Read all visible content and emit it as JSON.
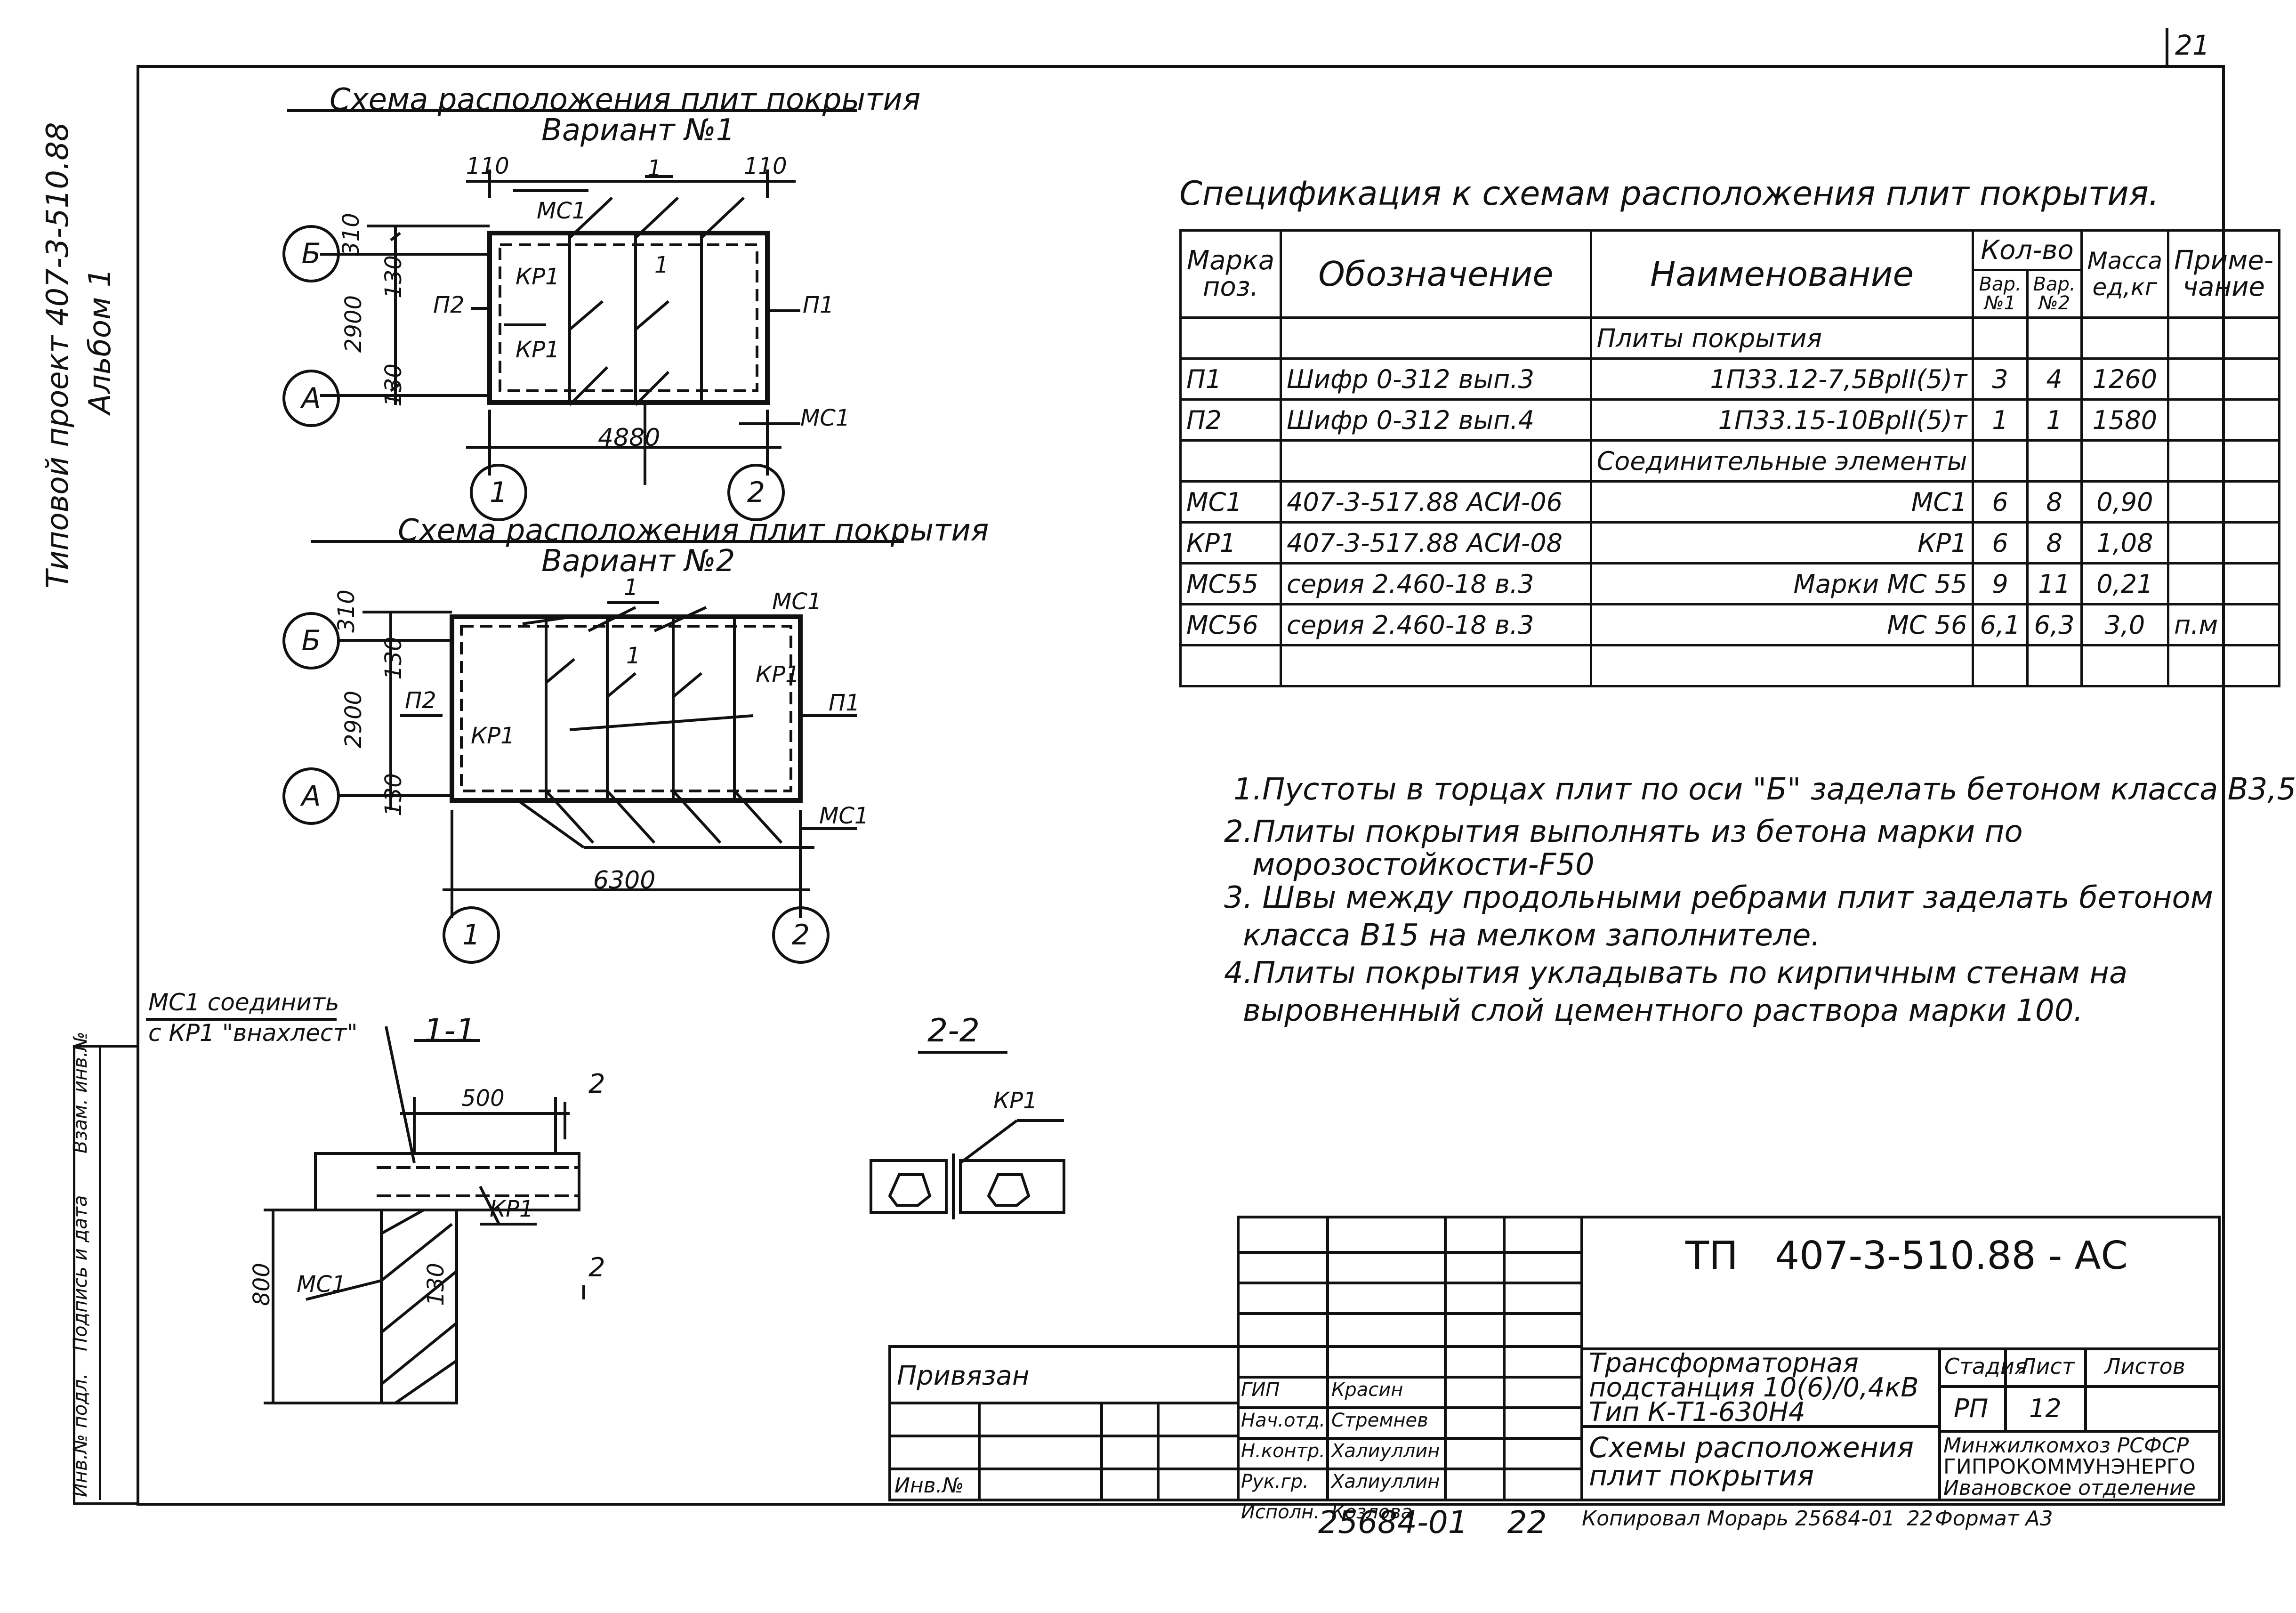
{
  "sheet_number": "21",
  "side_stamp": {
    "line1": "Типовой проект 407-3-510.88",
    "line2": "Альбом 1"
  },
  "left_strip": [
    "Инв.№ подл.",
    "Подпись и дата",
    "Взам. инв.№"
  ],
  "scheme1": {
    "title": "Схема расположения плит покрытия",
    "subtitle": "Вариант №1",
    "labels": {
      "dim_310": "310",
      "dim_130a": "130",
      "dim_2900": "2900",
      "dim_130b": "130",
      "dim_110a": "110",
      "dim_110b": "110",
      "dim_4880": "4880",
      "mc1_top": "МС1",
      "mc1_bot": "МС1",
      "kp1_a": "КР1",
      "kp1_b": "КР1",
      "p1": "П1",
      "p2": "П2",
      "sec1": "1",
      "sec1b": "1"
    },
    "axes": {
      "b": "Б",
      "a": "А",
      "n1": "1",
      "n2": "2"
    }
  },
  "scheme2": {
    "title": "Схема расположения плит покрытия",
    "subtitle": "Вариант №2",
    "labels": {
      "dim_310": "310",
      "dim_130a": "130",
      "dim_2900": "2900",
      "dim_130b": "130",
      "dim_6300": "6300",
      "mc1_top": "МС1",
      "mc1_bot": "МС1",
      "kp1_a": "КР1",
      "kp1_b": "КР1",
      "p1": "П1",
      "p2": "П2",
      "sec1": "1",
      "sec1b": "1"
    },
    "axes": {
      "b": "Б",
      "a": "А",
      "n1": "1",
      "n2": "2"
    }
  },
  "section11": {
    "note_line1": "МС1 соединить",
    "note_line2": "с КР1 \"внахлест\"",
    "title": "1-1",
    "labels": {
      "dim_500": "500",
      "dim_800": "800",
      "dim_130": "130",
      "kp1": "КР1",
      "mc1": "МС1",
      "cut2_top": "2",
      "cut2_bot": "2"
    }
  },
  "section22": {
    "title": "2-2",
    "kp1": "КР1"
  },
  "spec": {
    "title": "Спецификация к схемам расположения плит покрытия.",
    "headers": {
      "mark": "Марка поз.",
      "designation": "Обозначение",
      "name": "Наименование",
      "qty": "Кол-во",
      "var1": "Вар. №1",
      "var2": "Вар. №2",
      "mass": "Масса ед,кг",
      "note": "Приме- чание"
    },
    "rows": [
      {
        "mark": "",
        "designation": "",
        "name": "Плиты покрытия",
        "v1": "",
        "v2": "",
        "mass": "",
        "note": ""
      },
      {
        "mark": "П1",
        "designation": "Шифр 0-312 вып.3",
        "name": "1П33.12-7,5ВрII(5)т",
        "v1": "3",
        "v2": "4",
        "mass": "1260",
        "note": ""
      },
      {
        "mark": "П2",
        "designation": "Шифр 0-312 вып.4",
        "name": "1П33.15-10ВрII(5)т",
        "v1": "1",
        "v2": "1",
        "mass": "1580",
        "note": ""
      },
      {
        "mark": "",
        "designation": "",
        "name": "Соединительные элементы",
        "v1": "",
        "v2": "",
        "mass": "",
        "note": ""
      },
      {
        "mark": "МС1",
        "designation": "407-3-517.88 АСИ-06",
        "name": "МС1",
        "v1": "6",
        "v2": "8",
        "mass": "0,90",
        "note": ""
      },
      {
        "mark": "КР1",
        "designation": "407-3-517.88 АСИ-08",
        "name": "КР1",
        "v1": "6",
        "v2": "8",
        "mass": "1,08",
        "note": ""
      },
      {
        "mark": "МС55",
        "designation": "серия 2.460-18 в.3",
        "name": "Марки МС 55",
        "v1": "9",
        "v2": "11",
        "mass": "0,21",
        "note": ""
      },
      {
        "mark": "МС56",
        "designation": "серия 2.460-18 в.3",
        "name": "МС 56",
        "v1": "6,1",
        "v2": "6,3",
        "mass": "3,0",
        "note": "п.м"
      },
      {
        "mark": "",
        "designation": "",
        "name": "",
        "v1": "",
        "v2": "",
        "mass": "",
        "note": ""
      }
    ]
  },
  "notes": [
    "1.Пустоты в торцах плит по оси \"Б\" заделать бетоном класса В3,5",
    "2.Плиты покрытия выполнять из бетона марки по",
    "морозостойкости-F50",
    "3. Швы между продольными ребрами плит заделать бетоном",
    "класса В15 на мелком заполнителе.",
    "4.Плиты покрытия укладывать по кирпичным стенам на",
    "выровненный слой цементного раствора марки 100."
  ],
  "title_block": {
    "code": "ТП   407-3-510.88 - АС",
    "tied": "Привязан",
    "inv": "Инв.№",
    "staff": [
      {
        "role": "ГИП",
        "name": "Красин"
      },
      {
        "role": "Нач.отд.",
        "name": "Стремнев"
      },
      {
        "role": "Н.контр.",
        "name": "Халиуллин"
      },
      {
        "role": "Рук.гр.",
        "name": "Халиуллин"
      },
      {
        "role": "Исполн.",
        "name": "Козлова"
      }
    ],
    "object": "Трансформаторная подстанция 10(6)/0,4кВ Тип К-Т1-630Н4",
    "sheet_name": "Схемы расположения плит покрытия",
    "stage_h": "Стадия",
    "sheet_h": "Лист",
    "sheets_h": "Листов",
    "stage": "РП",
    "sheet": "12",
    "sheets": "",
    "org1": "Минжилкомхоз РСФСР",
    "org2": "ГИПРОКОММУНЭНЕРГО",
    "org3": "Ивановское отделение"
  },
  "bottom": {
    "archive": "25684-01    22",
    "copied": "Копировал Морарь 25684-01",
    "copied_num": "22",
    "format": "Формат А3"
  }
}
